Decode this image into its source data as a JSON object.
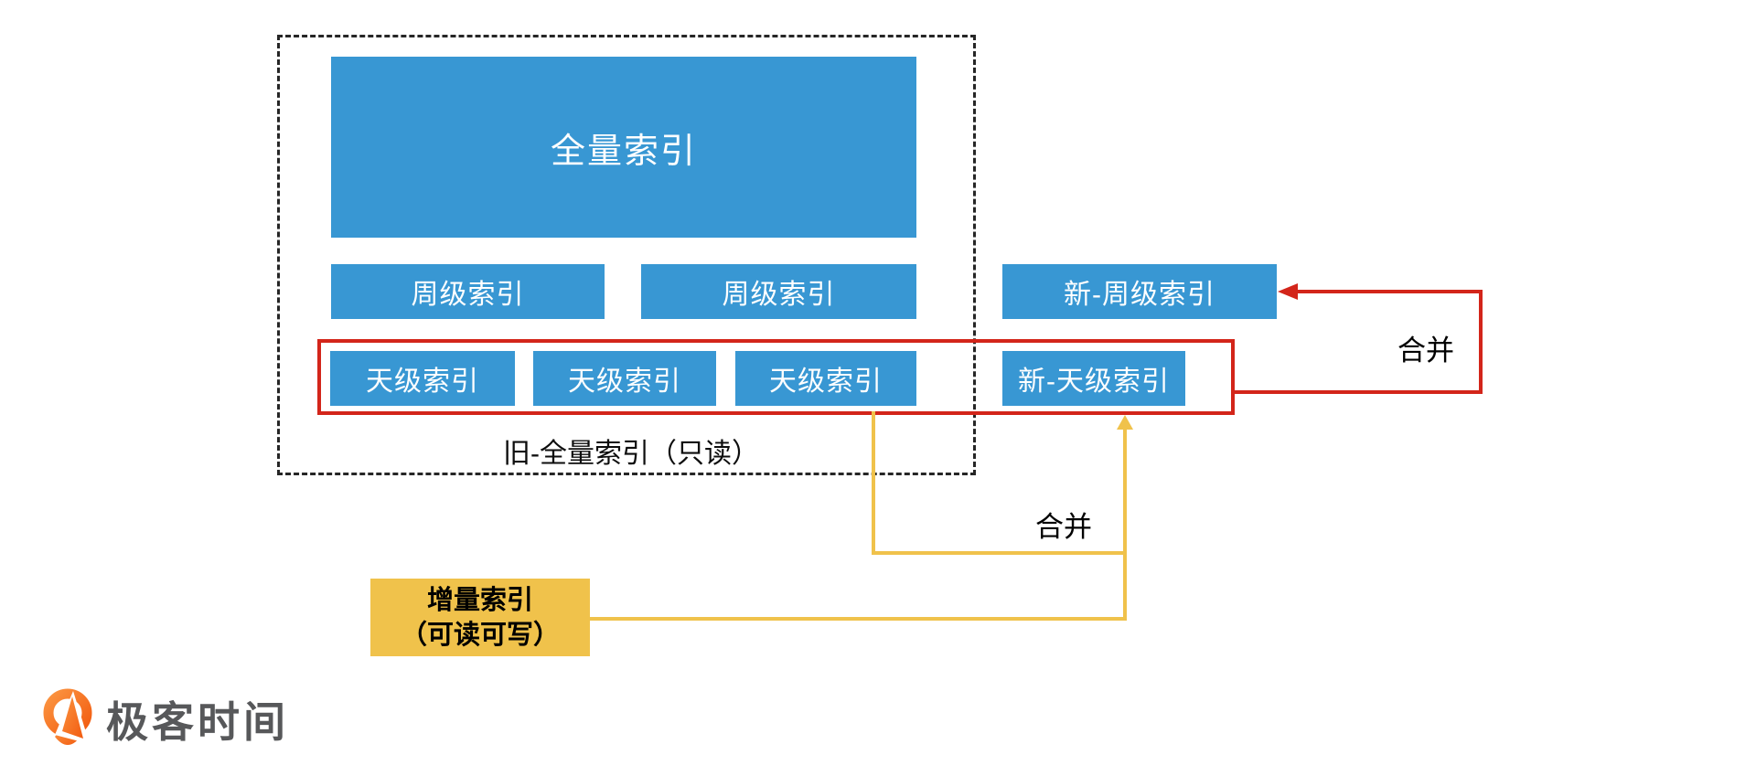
{
  "colors": {
    "box_blue": "#3897D3",
    "arrow_red": "#D3251A",
    "arrow_yellow": "#F0C24B",
    "dashed_border": "#262626",
    "logo_orange": "#F4600F",
    "logo_text_gray": "#57585A",
    "background": "#FFFFFF"
  },
  "diagram": {
    "group_caption": "旧-全量索引（只读）",
    "full_index_label": "全量索引",
    "weekly_index_labels": [
      "周级索引",
      "周级索引"
    ],
    "new_weekly_index_label": "新-周级索引",
    "daily_index_labels": [
      "天级索引",
      "天级索引",
      "天级索引"
    ],
    "new_daily_index_label": "新-天级索引",
    "incremental_index": {
      "line1": "增量索引",
      "line2": "（可读可写）"
    },
    "merge_labels": {
      "weekly_merge": "合并",
      "daily_merge": "合并"
    }
  },
  "footer": {
    "brand": "极客时间"
  }
}
